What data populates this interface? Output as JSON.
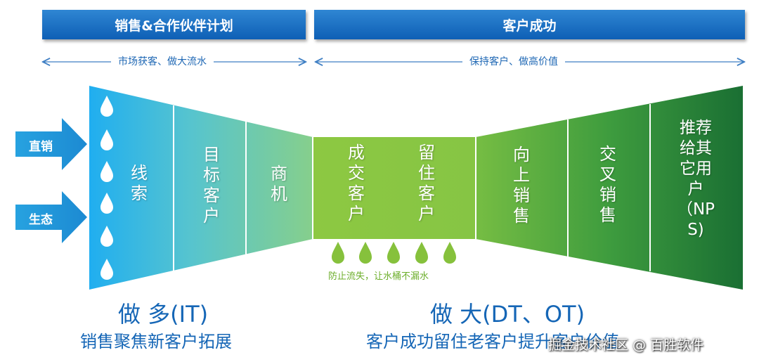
{
  "headers": {
    "left": "销售&合作伙伴计划",
    "right": "客户成功"
  },
  "ranges": {
    "left": "市场获客、做大流水",
    "right": "保持客户、做高价值"
  },
  "inputs": [
    "直销",
    "生态"
  ],
  "stages": [
    {
      "label": "线索",
      "color": "#3ec0ea"
    },
    {
      "label": "目标客户",
      "color": "#5bc7cf"
    },
    {
      "label": "商机",
      "color": "#7ccd98"
    },
    {
      "label": "成交客户",
      "color": "#8cc63f"
    },
    {
      "label": "留住客户",
      "color": "#8cc63f"
    },
    {
      "label": "向上销售",
      "color": "#5ab447"
    },
    {
      "label": "交叉销售",
      "color": "#3d9c3f"
    },
    {
      "label": "推荐给其它用户（NPS)",
      "color": "#217a36"
    }
  ],
  "leak_caption": "防止流失，让水桶不漏水",
  "bottom": {
    "left_title": "做 多(IT)",
    "left_sub": "销售聚焦新客户拓展",
    "right_title": "做 大(DT、OT)",
    "right_sub": "客户成功留住老客户提升客户价值"
  },
  "watermark": "掘金技术社区 @ 百胜软件",
  "icons": [
    "water-drop-icon",
    "arrow-right-icon",
    "double-arrow-icon"
  ]
}
